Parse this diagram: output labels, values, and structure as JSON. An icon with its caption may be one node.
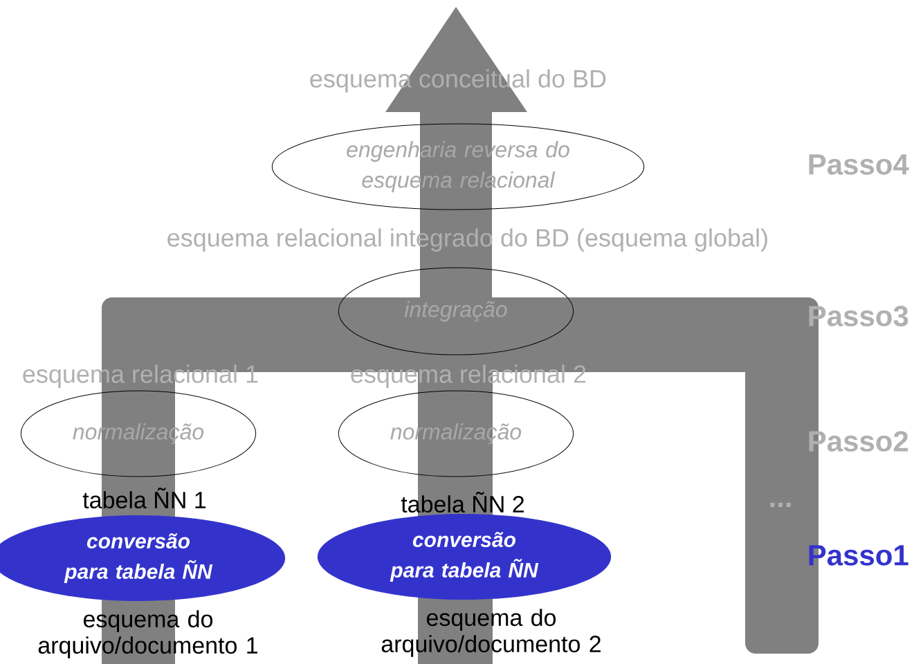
{
  "diagram": {
    "nodes": [
      {
        "text": [
          "esquema conceitual do BD"
        ]
      },
      {
        "text": [
          "engenharia reversa do esquema relacional"
        ]
      },
      {
        "text": [
          "esquema relacional integrado do BD (esquema global)"
        ]
      },
      {
        "text": [
          "integração"
        ]
      },
      {
        "text": [
          "esquema relacional 1"
        ]
      },
      {
        "text": [
          "esquema relacional 2"
        ]
      },
      {
        "text": [
          "normalização"
        ]
      },
      {
        "text": [
          "normalização"
        ]
      },
      {
        "text": [
          "tabela ÑN 1"
        ]
      },
      {
        "text": [
          "tabela ÑN 2"
        ]
      },
      {
        "text": [
          "conversão para tabela ÑN"
        ]
      },
      {
        "text": [
          "conversão para tabela ÑN"
        ]
      },
      {
        "text": [
          "esquema do arquivo/documento 1"
        ]
      },
      {
        "text": [
          "esquema do arquivo/documento 2"
        ]
      }
    ],
    "labels": [
      "Passo4",
      "Passo3",
      "Passo2",
      "...",
      "Passo1"
    ]
  }
}
